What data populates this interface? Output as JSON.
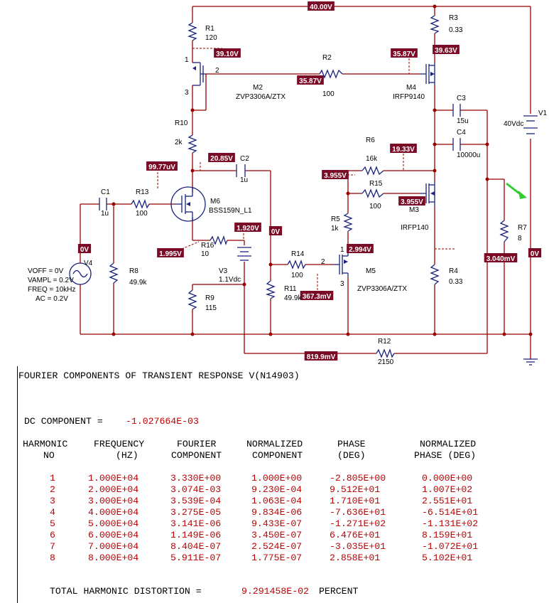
{
  "schematic": {
    "node_voltages": [
      "40.00V",
      "39.10V",
      "35.87V",
      "35.87V",
      "39.63V",
      "20.85V",
      "99.77uV",
      "19.33V",
      "3.955V",
      "3.955V",
      "1.920V",
      "1.995V",
      "0V",
      "2.994V",
      "0V",
      "367.3mV",
      "3.040mV",
      "0V",
      "819.9mV"
    ],
    "parts": {
      "R1": {
        "ref": "R1",
        "value": "120"
      },
      "R2": {
        "ref": "R2",
        "value": "100"
      },
      "R3": {
        "ref": "R3",
        "value": "0.33"
      },
      "R4": {
        "ref": "R4",
        "value": "0.33"
      },
      "R5": {
        "ref": "R5",
        "value": "1k"
      },
      "R6": {
        "ref": "R6",
        "value": "16k"
      },
      "R7": {
        "ref": "R7",
        "value": "8"
      },
      "R8": {
        "ref": "R8",
        "value": "49.9k"
      },
      "R9": {
        "ref": "R9",
        "value": "115"
      },
      "R10": {
        "ref": "R10",
        "value": "2k"
      },
      "R11": {
        "ref": "R11",
        "value": "49.9k"
      },
      "R12": {
        "ref": "R12",
        "value": "2150"
      },
      "R13": {
        "ref": "R13",
        "value": "100"
      },
      "R14": {
        "ref": "R14",
        "value": "100"
      },
      "R15": {
        "ref": "R15",
        "value": "100"
      },
      "R16": {
        "ref": "R16",
        "value": "10"
      },
      "C1": {
        "ref": "C1",
        "value": "1u"
      },
      "C2": {
        "ref": "C2",
        "value": "1u"
      },
      "C3": {
        "ref": "C3",
        "value": "15u"
      },
      "C4": {
        "ref": "C4",
        "value": "10000u"
      },
      "M2": {
        "ref": "M2",
        "value": "ZVP3306A/ZTX"
      },
      "M3": {
        "ref": "M3",
        "value": "IRFP140"
      },
      "M4": {
        "ref": "M4",
        "value": "IRFP9140"
      },
      "M5": {
        "ref": "M5",
        "value": "ZVP3306A/ZTX"
      },
      "M6": {
        "ref": "M6",
        "value": "BSS159N_L1"
      },
      "V1": {
        "ref": "V1",
        "value": "40Vdc"
      },
      "V3": {
        "ref": "V3",
        "value": "1.1Vdc"
      }
    },
    "v4_params": [
      "VOFF = 0V",
      "VAMPL = 0.2V",
      "FREQ = 10kHz",
      "AC = 0.2V"
    ],
    "v4_ref": "V4",
    "pin_numbers": {
      "m2_p1": "1",
      "m2_p2": "2",
      "m2_p3": "3",
      "m5_p1": "1",
      "m5_p2": "2",
      "m5_p3": "3"
    },
    "ground_label": "0"
  },
  "output": {
    "title": "FOURIER COMPONENTS OF TRANSIENT RESPONSE V(N14903)",
    "dc_label": "DC COMPONENT =",
    "dc_value": "-1.027664E-03",
    "headers": {
      "harmonic": [
        "HARMONIC",
        "NO"
      ],
      "frequency": [
        "FREQUENCY",
        "(HZ)"
      ],
      "fourier": [
        "FOURIER",
        "COMPONENT"
      ],
      "normalized": [
        "NORMALIZED",
        "COMPONENT"
      ],
      "phase": [
        "PHASE",
        "(DEG)"
      ],
      "nphase": [
        "NORMALIZED",
        "PHASE (DEG)"
      ]
    },
    "rows": [
      [
        "1",
        "1.000E+04",
        "3.330E+00",
        "1.000E+00",
        "-2.805E+00",
        "0.000E+00"
      ],
      [
        "2",
        "2.000E+04",
        "3.074E-03",
        "9.230E-04",
        "9.512E+01",
        "1.007E+02"
      ],
      [
        "3",
        "3.000E+04",
        "3.539E-04",
        "1.063E-04",
        "1.710E+01",
        "2.551E+01"
      ],
      [
        "4",
        "4.000E+04",
        "3.275E-05",
        "9.834E-06",
        "-7.636E+01",
        "-6.514E+01"
      ],
      [
        "5",
        "5.000E+04",
        "3.141E-06",
        "9.433E-07",
        "-1.271E+02",
        "-1.131E+02"
      ],
      [
        "6",
        "6.000E+04",
        "1.149E-06",
        "3.450E-07",
        "6.476E+01",
        "8.159E+01"
      ],
      [
        "7",
        "7.000E+04",
        "8.404E-07",
        "2.524E-07",
        "-3.035E+01",
        "-1.072E+01"
      ],
      [
        "8",
        "8.000E+04",
        "5.911E-07",
        "1.775E-07",
        "2.858E+01",
        "5.102E+01"
      ]
    ],
    "thd_label": "TOTAL HARMONIC DISTORTION =",
    "thd_value": "9.291458E-02",
    "thd_unit": "PERCENT",
    "text_color": "#000000",
    "value_color": "#c00000"
  }
}
